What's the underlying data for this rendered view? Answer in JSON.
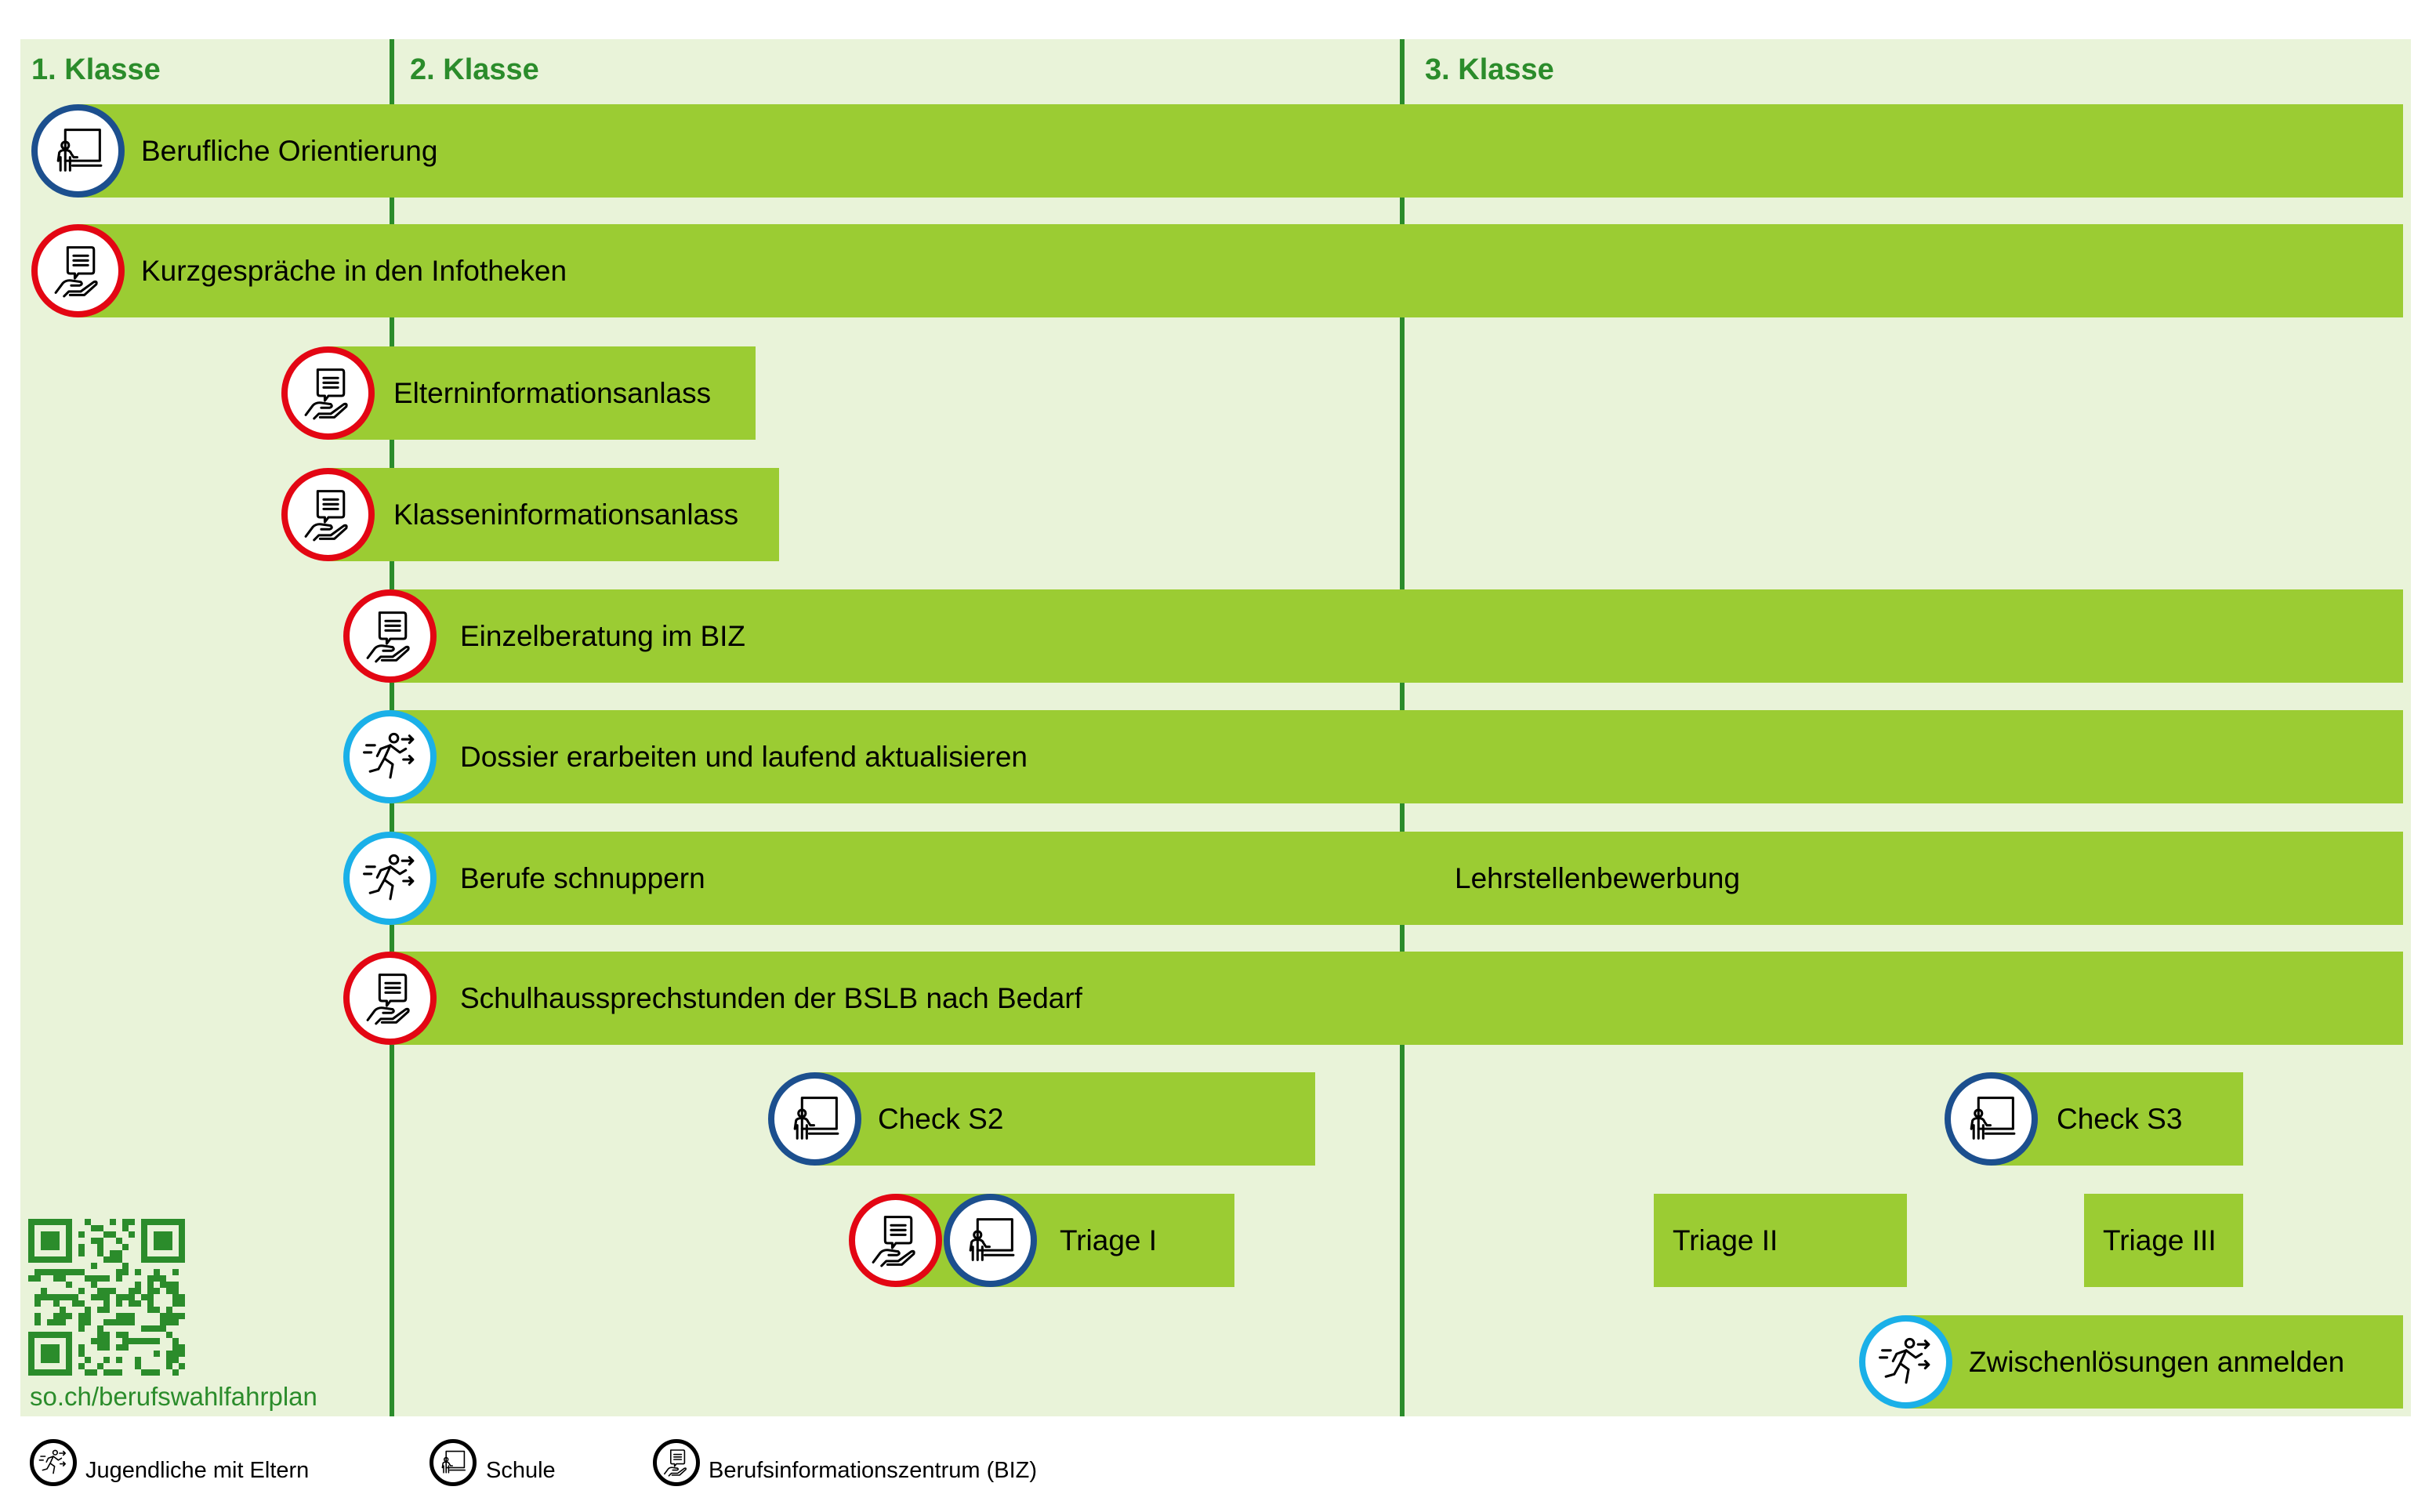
{
  "headers": [
    "1. Klasse",
    "2. Klasse",
    "3. Klasse"
  ],
  "rows": {
    "berufliche_orientierung": "Berufliche Orientierung",
    "kurzgespraeche": "Kurzgespräche in den Infotheken",
    "elterninfo": "Elterninformationsanlass",
    "klasseninfo": "Klasseninformationsanlass",
    "einzelberatung": "Einzelberatung im BIZ",
    "dossier": "Dossier erarbeiten und laufend aktualisieren",
    "schnuppern": "Berufe schnuppern",
    "lehrstellen": "Lehrstellenbewerbung",
    "schulhaus": "Schulhaussprechstunden der BSLB nach Bedarf",
    "check_s2": "Check S2",
    "check_s3": "Check S3",
    "triage1": "Triage I",
    "triage2": "Triage II",
    "triage3": "Triage III",
    "zwischenloesungen": "Zwischenlösungen anmelden"
  },
  "url": "so.ch/berufswahlfahrplan",
  "legend": [
    {
      "label": "Jugendliche mit Eltern",
      "icon": "runner-icon",
      "color": "#1ab0e8"
    },
    {
      "label": "Schule",
      "icon": "teacher-icon",
      "color": "#1c4f8e"
    },
    {
      "label": "Berufsinformationszentrum (BIZ)",
      "icon": "speech-hand-icon",
      "color": "#e30613"
    }
  ],
  "colors": {
    "bar": "#9bcc33",
    "panel": "#e9f3d9",
    "accent": "#2b8c2b"
  }
}
